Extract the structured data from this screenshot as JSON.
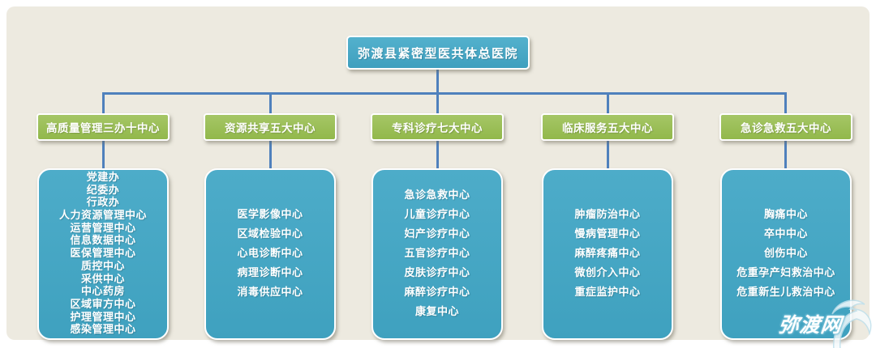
{
  "root": {
    "title": "弥渡县紧密型医共体总医院"
  },
  "branches": [
    {
      "label": "高质量管理三办十中心",
      "items": [
        "党建办",
        "纪委办",
        "行政办",
        "人力资源管理中心",
        "运营管理中心",
        "信息数据中心",
        "医保管理中心",
        "质控中心",
        "采供中心",
        "中心药房",
        "区域审方中心",
        "护理管理中心",
        "感染管理中心"
      ]
    },
    {
      "label": "资源共享五大中心",
      "items": [
        "医学影像中心",
        "区域检验中心",
        "心电诊断中心",
        "病理诊断中心",
        "消毒供应中心"
      ]
    },
    {
      "label": "专科诊疗七大中心",
      "items": [
        "急诊急救中心",
        "儿童诊疗中心",
        "妇产诊疗中心",
        "五官诊疗中心",
        "皮肤诊疗中心",
        "麻醉诊疗中心",
        "康复中心"
      ]
    },
    {
      "label": "临床服务五大中心",
      "items": [
        "肿瘤防治中心",
        "慢病管理中心",
        "麻醉疼痛中心",
        "微创介入中心",
        "重症监护中心"
      ]
    },
    {
      "label": "急诊急救五大中心",
      "items": [
        "胸痛中心",
        "卒中中心",
        "创伤中心",
        "危重孕产妇救治中心",
        "危重新生儿救治中心"
      ]
    }
  ],
  "watermark": {
    "text": "弥渡网"
  },
  "colors": {
    "background": "#edeae0",
    "teal_node": "#45a6c3",
    "green_node": "#9abe58",
    "connector": "#4f81bd",
    "text": "#ffffff"
  }
}
